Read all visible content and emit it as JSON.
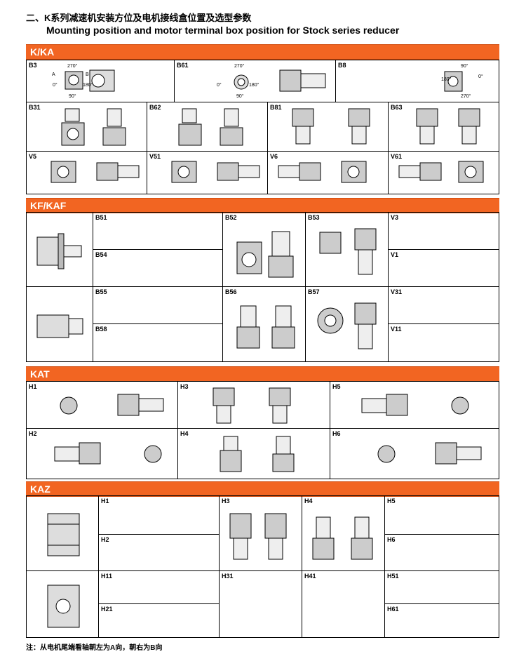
{
  "header": {
    "title_cn": "二、K系列减速机安装方位及电机接线盒位置及选型参数",
    "title_en": "Mounting position and motor terminal box position for Stock series reducer"
  },
  "sections": [
    {
      "name": "K/KA",
      "cells": [
        "B3",
        "B61",
        "B8",
        "B31",
        "B62",
        "B81",
        "B63",
        "V5",
        "V51",
        "V6",
        "V61"
      ]
    },
    {
      "name": "KF/KAF",
      "cells": [
        "B51",
        "B52",
        "B53",
        "V3",
        "B54",
        "V1",
        "B55",
        "B56",
        "B57",
        "V31",
        "B58",
        "V11"
      ]
    },
    {
      "name": "KAT",
      "cells": [
        "H1",
        "H3",
        "H5",
        "H2",
        "H4",
        "H6"
      ]
    },
    {
      "name": "KAZ",
      "cells": [
        "H1",
        "H3",
        "H4",
        "H5",
        "H2",
        "H6",
        "H11",
        "H31",
        "H41",
        "H51",
        "H21",
        "H61"
      ]
    }
  ],
  "degrees": {
    "d0": "0°",
    "d90": "90°",
    "d180": "180°",
    "d270": "270°",
    "a": "A",
    "b": "B"
  },
  "footnote": "注：从电机尾端看轴朝左为A向，朝右为B向",
  "colors": {
    "accent": "#f26522"
  }
}
